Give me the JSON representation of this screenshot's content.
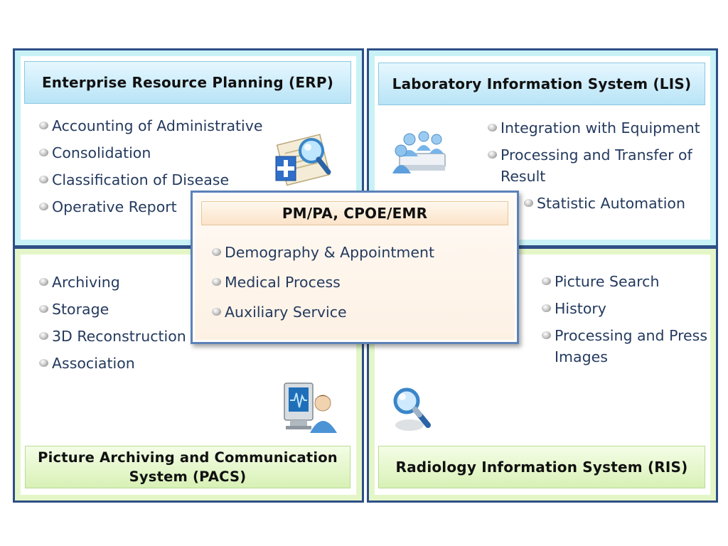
{
  "erp": {
    "title": "Enterprise Resource Planning (ERP)",
    "items": [
      "Accounting of Administrative",
      "Consolidation",
      "Classification of Disease",
      "Operative Report"
    ]
  },
  "lis": {
    "title": "Laboratory Information System (LIS)",
    "items": [
      "Integration with Equipment",
      "Processing and Transfer of Result",
      "Statistic Automation"
    ]
  },
  "pacs": {
    "title": "Picture Archiving and Communication System (PACS)",
    "items": [
      "Archiving",
      "Storage",
      "3D Reconstruction",
      "Association"
    ]
  },
  "ris": {
    "title": "Radiology Information System (RIS)",
    "items": [
      "Picture Search",
      "History",
      "Processing and Press Images"
    ]
  },
  "center": {
    "title": "PM/PA, CPOE/EMR",
    "items": [
      "Demography & Appointment",
      "Medical Process",
      "Auxiliary Service"
    ]
  },
  "icons": {
    "erp": "document-magnifier-medical-icon",
    "lis": "meeting-people-icon",
    "pacs": "user-monitor-waveform-icon",
    "ris": "magnifier-search-icon"
  },
  "colors": {
    "frame": "#2e4f86",
    "blue_panel": "#c9f2f6",
    "green_panel": "#e4f6c8",
    "text": "#243a5e"
  }
}
